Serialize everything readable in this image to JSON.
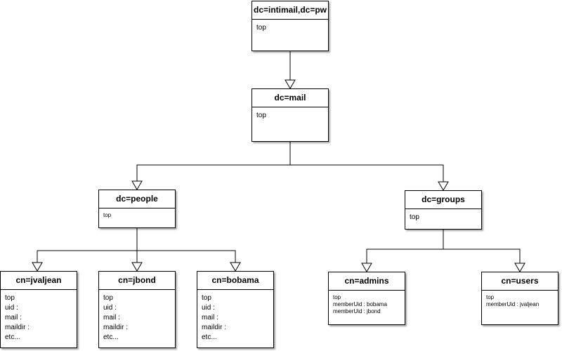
{
  "nodes": {
    "root": {
      "title": "dc=intimail,dc=pw",
      "attrs": [
        "top"
      ]
    },
    "mail": {
      "title": "dc=mail",
      "attrs": [
        "top"
      ]
    },
    "people": {
      "title": "dc=people",
      "attrs": [
        "top"
      ]
    },
    "groups": {
      "title": "dc=groups",
      "attrs": [
        "top"
      ]
    },
    "jvaljean": {
      "title": "cn=jvaljean",
      "attrs": [
        "top",
        "uid :",
        "mail :",
        "maildir :",
        "etc..."
      ]
    },
    "jbond": {
      "title": "cn=jbond",
      "attrs": [
        "top",
        "uid :",
        "mail :",
        "maildir :",
        "etc..."
      ]
    },
    "bobama": {
      "title": "cn=bobama",
      "attrs": [
        "top",
        "uid :",
        "mail :",
        "maildir :",
        "etc..."
      ]
    },
    "admins": {
      "title": "cn=admins",
      "attrs": [
        "top",
        "memberUid : bobama",
        "memberUid : jbond"
      ]
    },
    "users": {
      "title": "cn=users",
      "attrs": [
        "top",
        "memberUid : jvaljean"
      ]
    }
  }
}
